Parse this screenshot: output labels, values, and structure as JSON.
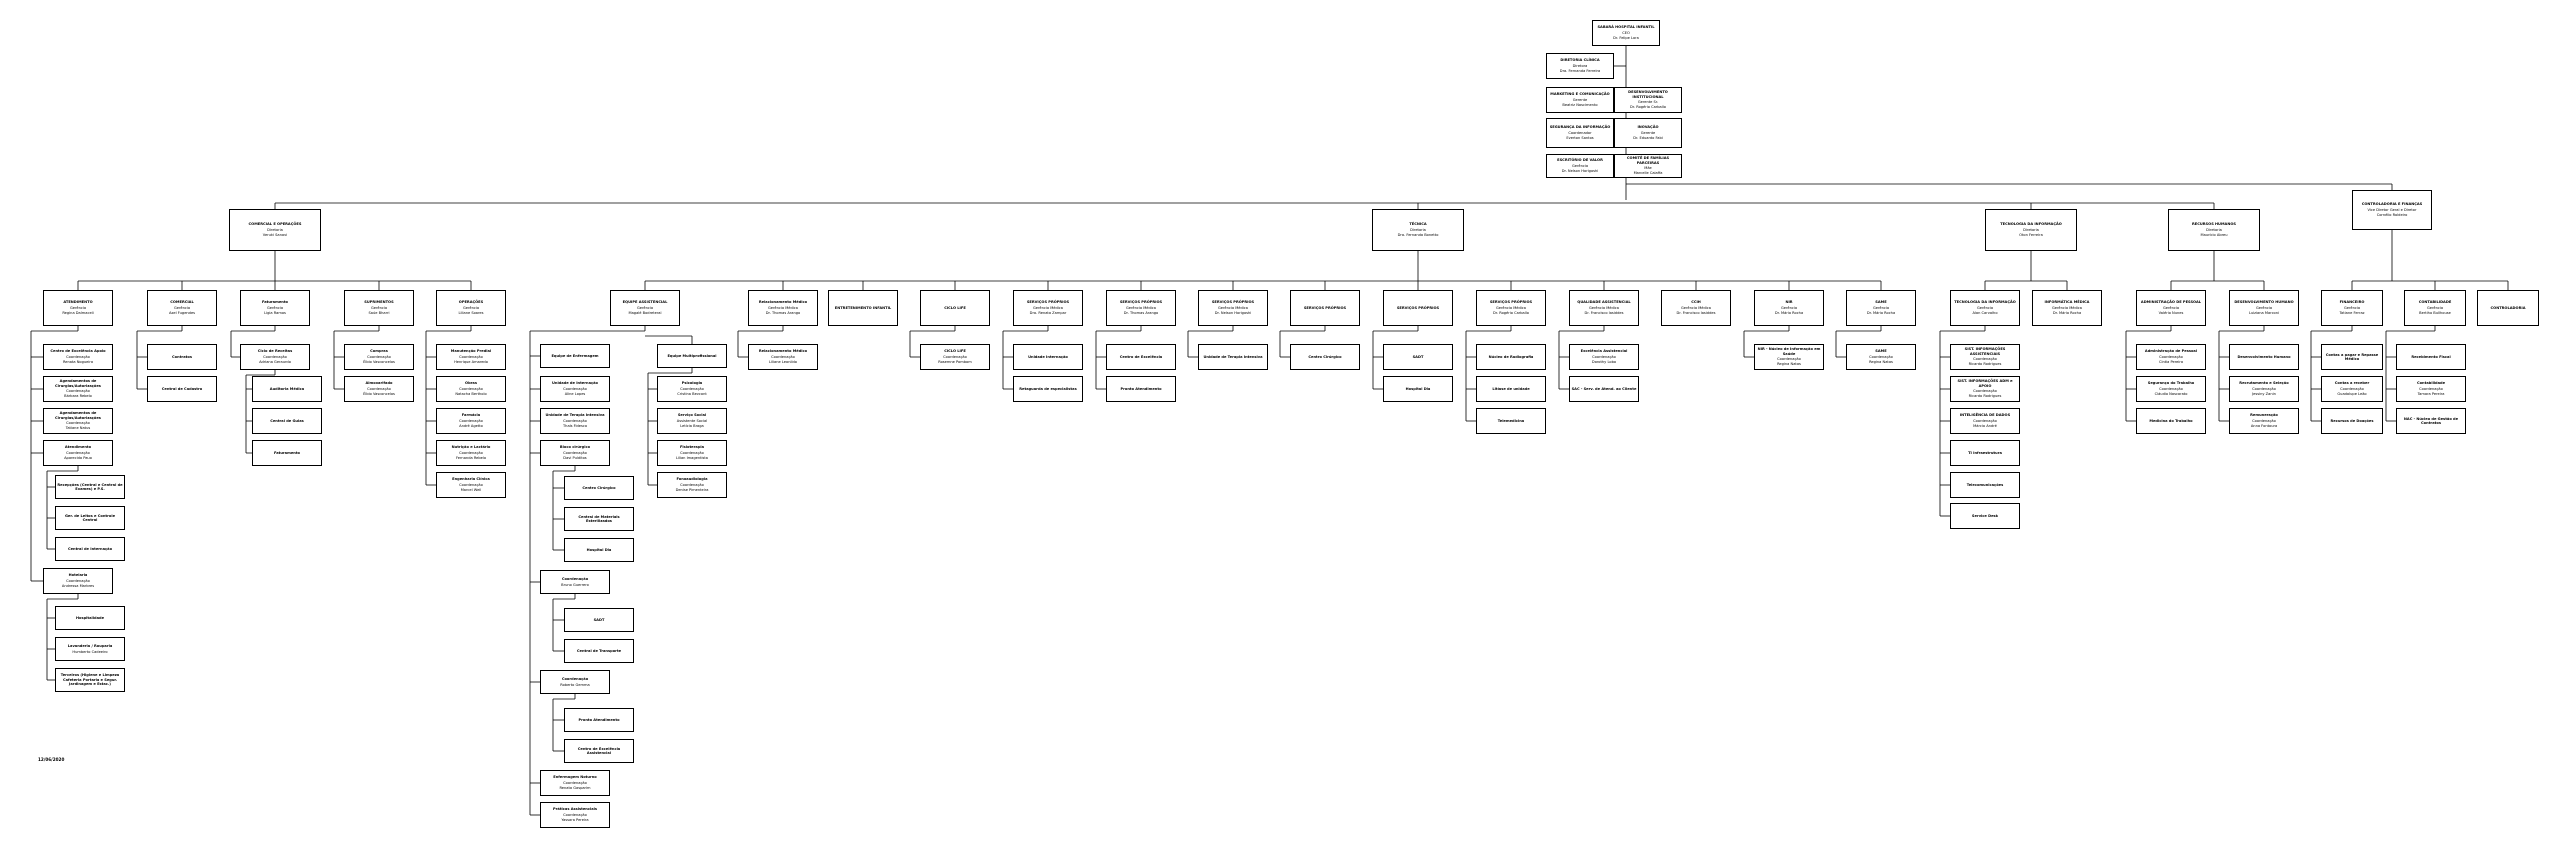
{
  "date": "12/06/2020",
  "boxes": {
    "root": {
      "t": "SABARÁ HOSPITAL INFANTIL",
      "l": [
        "CEO",
        "Dr. Felipe Lora"
      ]
    },
    "dir_clinica": {
      "t": "DIRETORIA CLÍNICA",
      "l": [
        "Diretora",
        "Dra. Fernanda Ferreira"
      ]
    },
    "marketing": {
      "t": "MARKETING E COMUNICAÇÃO",
      "l": [
        "Gerente",
        "Beatriz Nascimento"
      ]
    },
    "desenv_inst": {
      "t": "DESENVOLVIMENTO INSTITUCIONAL",
      "l": [
        "Gerente Sr.",
        "Dr. Rogério Carballo"
      ]
    },
    "seguranca_info": {
      "t": "SEGURANÇA DA INFORMAÇÃO",
      "l": [
        "Coordenador",
        "Everton Santos"
      ]
    },
    "inovacao": {
      "t": "INOVAÇÃO",
      "l": [
        "Gerente",
        "Dr. Eduardo Fabi"
      ]
    },
    "escritorio_valor": {
      "t": "ESCRITÓRIO DE VALOR",
      "l": [
        "Gerência",
        "Dr. Nelson Horigoshi"
      ]
    },
    "comite_familias": {
      "t": "COMITÊ DE FAMÍLIAS PARCEIRAS",
      "l": [
        "Mãe",
        "Marcelle Caiaffa"
      ]
    },
    "comercial_op": {
      "t": "COMERCIAL E OPERAÇÕES",
      "l": [
        "Diretoria",
        "Veruki Sanavi"
      ]
    },
    "tecnica": {
      "t": "TÉCNICA",
      "l": [
        "Diretoria",
        "Dra. Fernanda Bonetto"
      ]
    },
    "ti": {
      "t": "TECNOLOGIA DA INFORMAÇÃO",
      "l": [
        "Diretoria",
        "Oton Ferreira"
      ]
    },
    "rh": {
      "t": "RECURSOS HUMANOS",
      "l": [
        "Diretoria",
        "Maurício Abreu"
      ]
    },
    "controladoria": {
      "t": "CONTROLADORIA E FINANÇAS",
      "l": [
        "Vice Diretor Geral e Diretor",
        "Cornélio Roldeiro"
      ]
    },
    "atendimento": {
      "t": "ATENDIMENTO",
      "l": [
        "Gerência",
        "Regina Dalmaceli"
      ]
    },
    "comercial": {
      "t": "COMERCIAL",
      "l": [
        "Gerência",
        "Axel Fugendes"
      ]
    },
    "faturamento": {
      "t": "Faturamento",
      "l": [
        "Gerência",
        "Ligia Ramos"
      ]
    },
    "suprimentos": {
      "t": "SUPRIMENTOS",
      "l": [
        "Gerência",
        "Saúe Bharri"
      ]
    },
    "operacoes": {
      "t": "OPERAÇÕES",
      "l": [
        "Gerência",
        "Liliane Soares"
      ]
    },
    "c_excelencia": {
      "t": "Centro de Excelência Apoio",
      "l": [
        "Coordenação",
        "Renata Nogueira"
      ]
    },
    "agend_cir": {
      "t": "Agendamentos de Cirurgias/Autorizações",
      "l": [
        "Coordenação",
        "Bárbara Rebelo"
      ]
    },
    "agend_exames": {
      "t": "Agendamentos de Cirurgias/Autorizações",
      "l": [
        "Coordenação",
        "Tatiane Natus"
      ]
    },
    "atend_coord": {
      "t": "Atendimento",
      "l": [
        "Coordenação",
        "Aparecida Pauo"
      ]
    },
    "recepcoes": {
      "t": "Recepções (Central e Central de Exames) e P.S.",
      "l": []
    },
    "ger_leitos": {
      "t": "Ger. de Leitos e Controle Central",
      "l": []
    },
    "central_intern": {
      "t": "Central de Internação",
      "l": []
    },
    "hotelaria_coord": {
      "t": "Hotelaria",
      "l": [
        "Coordenação",
        "Andressa Marbres"
      ]
    },
    "hospitalidade": {
      "t": "Hospitalidade",
      "l": []
    },
    "lavanderia": {
      "t": "Lavanderia / Rouparia",
      "l": [
        "Humberto Cadeeiro"
      ]
    },
    "terceiros": {
      "t": "Terceiros (Higiene e Limpeza Cafeteria Portaria e Segur. Jardinagem e Estac.)",
      "l": []
    },
    "contratos": {
      "t": "Contratos",
      "l": []
    },
    "central_cadastro": {
      "t": "Central de Cadastro",
      "l": []
    },
    "ciclo_receitas": {
      "t": "Ciclo de Receitas",
      "l": [
        "Coordenação",
        "Adriana Geraurdo"
      ]
    },
    "auditoria_medica": {
      "t": "Auditoria Médica",
      "l": []
    },
    "central_guias": {
      "t": "Central de Guias",
      "l": []
    },
    "faturamento_sub": {
      "t": "Faturamento",
      "l": []
    },
    "compras": {
      "t": "Compras",
      "l": [
        "Coordenação",
        "Élbio Vasconcelos"
      ]
    },
    "almoxarifado": {
      "t": "Almoxarifado",
      "l": [
        "Coordenação",
        "Élbio Vasconcelos"
      ]
    },
    "manutencao": {
      "t": "Manutenção Predial",
      "l": [
        "Coordenação",
        "Henrique Amaredo"
      ]
    },
    "obras": {
      "t": "Obras",
      "l": [
        "Coordenação",
        "Natacha Bertholo"
      ]
    },
    "farmacia": {
      "t": "Farmácia",
      "l": [
        "Coordenação",
        "André Agetto"
      ]
    },
    "nutricao": {
      "t": "Nutrição e Lactário",
      "l": [
        "Coordenação",
        "Fernanda Rebelo"
      ]
    },
    "eng_clinica": {
      "t": "Engenharia Clínica",
      "l": [
        "Coordenação",
        "Marcel Weil"
      ]
    },
    "equipe_assist": {
      "t": "EQUIPE ASSISTENCIAL",
      "l": [
        "Gerência",
        "Magalé Bodreteral"
      ]
    },
    "relacionamento": {
      "t": "Relacionamento Médico",
      "l": [
        "Gerência Médica",
        "Dr. Thomas Arango"
      ]
    },
    "entretenimento": {
      "t": "ENTRETENIMENTO INFANTIL",
      "l": []
    },
    "ciclo_life": {
      "t": "CICLO LIFE",
      "l": []
    },
    "sp_diego": {
      "t": "SERVIÇOS PRÓPRIOS",
      "l": [
        "Gerência Médica",
        "Dra. Renata Zampar"
      ]
    },
    "sp_thomas": {
      "t": "SERVIÇOS PRÓPRIOS",
      "l": [
        "Gerência Médica",
        "Dr. Thomas Arango"
      ]
    },
    "sp_nelson": {
      "t": "SERVIÇOS PRÓPRIOS",
      "l": [
        "Gerência Médica",
        "Dr. Nelson Horigoshi"
      ]
    },
    "servicos_proprios": {
      "t": "SERVIÇOS PRÓPRIOS",
      "l": []
    },
    "servicos_pp": {
      "t": "SERVIÇOS PRÓPRIOS",
      "l": []
    },
    "sp_rogerio": {
      "t": "SERVIÇOS PRÓPRIOS",
      "l": [
        "Gerência Médica",
        "Dr. Rogério Carballo"
      ]
    },
    "qualidade": {
      "t": "QUALIDADE ASSISTENCIAL",
      "l": [
        "Gerência Médica",
        "Dr. Francisco Iasiddes"
      ]
    },
    "ccih": {
      "t": "CCIH",
      "l": [
        "Gerência Médica",
        "Dr. Francisco Iasiddes"
      ]
    },
    "nir": {
      "t": "NIR",
      "l": [
        "Gerência",
        "Dr. Mário Rocha"
      ]
    },
    "samu": {
      "t": "SAME",
      "l": [
        "Gerência",
        "Dr. Mário Rocha"
      ]
    },
    "equipe_multi": {
      "t": "Equipe de Enfermagem",
      "l": []
    },
    "un_intern": {
      "t": "Unidade de Internação",
      "l": [
        "Coordenação",
        "Aline Lopes"
      ]
    },
    "uti": {
      "t": "Unidade de Terapia Intensiva",
      "l": [
        "Coordenação",
        "Thaís Fidesco"
      ]
    },
    "bloco_cir": {
      "t": "Bloco cirúrgico",
      "l": [
        "Coordenação",
        "Davi Pulditos"
      ]
    },
    "centro_cir": {
      "t": "Centro Cirúrgico",
      "l": []
    },
    "cme": {
      "t": "Central de Materiais Esterilizados",
      "l": []
    },
    "hospital_dia_1": {
      "t": "Hospital Dia",
      "l": []
    },
    "coord_bruno": {
      "t": "Coordenação",
      "l": [
        "Bruno Guerrero"
      ]
    },
    "samt": {
      "t": "SADT",
      "l": []
    },
    "central_transp": {
      "t": "Central de Transporte",
      "l": []
    },
    "coord_roberto": {
      "t": "Coordenação",
      "l": [
        "Roberto Gemma"
      ]
    },
    "pronto_atend": {
      "t": "Pronto Atendimento",
      "l": []
    },
    "centro_exc_assist": {
      "t": "Centro de Excelência Assistencial",
      "l": []
    },
    "enfermagem_noturno": {
      "t": "Enfermagem Noturno",
      "l": [
        "Coordenação",
        "Renata Gasparim"
      ]
    },
    "praticas_assist": {
      "t": "Práticas Assistenciais",
      "l": [
        "Coordenação",
        "Yassara Pereira"
      ]
    },
    "equipe_multiprof": {
      "t": "Equipe Multiprofissional",
      "l": []
    },
    "psicologia": {
      "t": "Psicologia",
      "l": [
        "Coordenação",
        "Cristina Bevcont"
      ]
    },
    "servico_social": {
      "t": "Serviço Social",
      "l": [
        "Assistente Social",
        "Letícia Braga"
      ]
    },
    "fisioterapia": {
      "t": "Fisioterapia",
      "l": [
        "Coordenação",
        "Lilian Imagentista"
      ]
    },
    "fonoaudiologia": {
      "t": "Fonoaudiologia",
      "l": [
        "Coordenação",
        "Denise Pimenteira"
      ]
    },
    "relac_sub": {
      "t": "Relacionamento Médico",
      "l": [
        "Coordenação",
        "Liliane Leonildo"
      ]
    },
    "ciclo_life_sub": {
      "t": "CICLO LIFE",
      "l": [
        "Coordenação",
        "Rosemne Pombom"
      ]
    },
    "un_intern_sp": {
      "t": "Unidade Internação",
      "l": []
    },
    "retaguarda": {
      "t": "Retaguarda de especialistas",
      "l": []
    },
    "centro_exc_sp": {
      "t": "Centro de Excelência",
      "l": []
    },
    "pronto_atend_sp": {
      "t": "Pronto Atendimento",
      "l": []
    },
    "uti_sp": {
      "t": "Unidade de Terapia Intensiva",
      "l": []
    },
    "centro_cir_sp": {
      "t": "Centro Cirúrgico",
      "l": []
    },
    "sadt_sp": {
      "t": "SADT",
      "l": []
    },
    "hospital_dia_sp": {
      "t": "Hospital Dia",
      "l": []
    },
    "nucleo_radio": {
      "t": "Núcleo de Radiografia",
      "l": []
    },
    "litiase": {
      "t": "Litíase de unidade",
      "l": []
    },
    "telemedicina": {
      "t": "Telemedicina",
      "l": []
    },
    "nucleo_exc": {
      "t": "Excelência Assistencial",
      "l": [
        "Coordenação",
        "Dorothy Lobo"
      ]
    },
    "sac": {
      "t": "SAC - Serv. de Atend. ao Cliente",
      "l": []
    },
    "nir_sub": {
      "t": "NIR - Núcleo de Informação em Saúde",
      "l": [
        "Coordenação",
        "Regina Natas"
      ]
    },
    "same_sub": {
      "t": "SAME",
      "l": [
        "Coordenação",
        "Regina Natas"
      ]
    },
    "ti_info": {
      "t": "TECNOLOGIA DA INFORMAÇÃO",
      "l": [
        "Gerência",
        "Alan Carvalho"
      ]
    },
    "info_medica": {
      "t": "INFORMÁTICA MÉDICA",
      "l": [
        "Gerência Médica",
        "Dr. Mário Rocha"
      ]
    },
    "ti_sist_assist": {
      "t": "SIST. INFORMAÇÕES ASSISTENCIAIS",
      "l": [
        "Coordenação",
        "Ricardo Rodrigues"
      ]
    },
    "ti_sist_apoio": {
      "t": "SIST. INFORMAÇÕES ADM e APOIO",
      "l": [
        "Coordenação",
        "Ricardo Rodrigues"
      ]
    },
    "inteligencia": {
      "t": "INTELIGÊNCIA DE DADOS",
      "l": [
        "Coordenação",
        "Márcio André"
      ]
    },
    "infraestrutura": {
      "t": "TI Infraestrutura",
      "l": []
    },
    "telecom": {
      "t": "Telecomunicações",
      "l": []
    },
    "service_desk": {
      "t": "Service Desk",
      "l": []
    },
    "adm_pessoal": {
      "t": "ADMINISTRAÇÃO DE PESSOAL",
      "l": [
        "Gerência",
        "Valério Nunes"
      ]
    },
    "desenv_humano": {
      "t": "DESENVOLVIMENTO HUMANO",
      "l": [
        "Gerência",
        "Luiziana Marconi"
      ]
    },
    "adm_pessoal_sub": {
      "t": "Administração de Pessoal",
      "l": [
        "Coordenação",
        "Cintia Pereira"
      ]
    },
    "seg_trabalho": {
      "t": "Segurança do Trabalho",
      "l": [
        "Coordenação",
        "Cláudio Nascarato"
      ]
    },
    "medicina_trab": {
      "t": "Medicina do Trabalho",
      "l": []
    },
    "desenv_humano_sub": {
      "t": "Desenvolvimento Humano",
      "l": []
    },
    "recrutamento": {
      "t": "Recrutamento e Seleção",
      "l": [
        "Coordenação",
        "Jessiny Zanin"
      ]
    },
    "remuneracao": {
      "t": "Remuneração",
      "l": [
        "Coordenação",
        "Anna Fontoura"
      ]
    },
    "financeiro": {
      "t": "FINANCEIRO",
      "l": [
        "Gerência",
        "Tatiane Ferraz"
      ]
    },
    "contabilidade": {
      "t": "CONTABILIDADE",
      "l": [
        "Gerência",
        "Bertiho Bullhouse"
      ]
    },
    "controladoria_sub": {
      "t": "CONTROLADORIA",
      "l": []
    },
    "contas_pagar": {
      "t": "Contas a pagar e Repasse Médico",
      "l": []
    },
    "contas_receber": {
      "t": "Contas a receber",
      "l": [
        "Coordenação",
        "Guadalupe Leão"
      ]
    },
    "recursos_doacoes": {
      "t": "Recursos de Doações",
      "l": []
    },
    "recebimento_fiscal": {
      "t": "Recebimento Fiscal",
      "l": []
    },
    "contabilidade_sub": {
      "t": "Contabilidade",
      "l": [
        "Coordenação",
        "Tamara Pereira"
      ]
    },
    "nac": {
      "t": "NAC - Núcleo de Gestão de Contratos",
      "l": []
    }
  }
}
